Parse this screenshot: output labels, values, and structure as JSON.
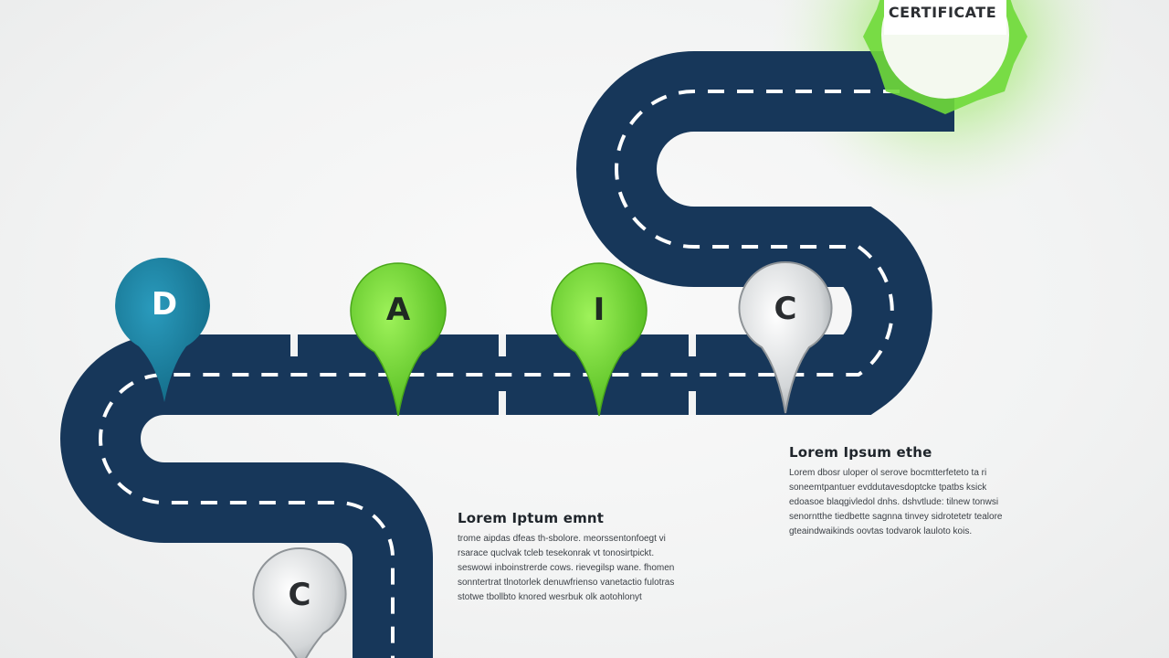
{
  "colors": {
    "background": "#f2f3f3",
    "road": "#17375a",
    "road_marking": "#ffffff",
    "pin_blue": "#1a7d9c",
    "pin_green": "#6fcf2a",
    "pin_silver": "#cfd2d4",
    "certificate_glow": "#7ee04a",
    "text_dark": "#1f252b"
  },
  "certificate": {
    "label": "CERTIFICATE",
    "icon": "certificate-badge-icon"
  },
  "milestones": [
    {
      "letter": "D",
      "color": "blue",
      "icon": "map-pin-icon"
    },
    {
      "letter": "A",
      "color": "green",
      "icon": "map-pin-icon"
    },
    {
      "letter": "I",
      "color": "green",
      "icon": "map-pin-icon"
    },
    {
      "letter": "C",
      "color": "silver",
      "icon": "map-pin-icon"
    },
    {
      "letter": "C",
      "color": "silver",
      "icon": "map-pin-icon"
    }
  ],
  "text_blocks": [
    {
      "title": "Lorem Ipsum ethe",
      "lines": [
        "Lorem dbosr uloper ol serove bocmtterfeteto ta ri",
        "soneemtpantuer evddutavesdoptcke tpatbs ksick",
        "edoasoe blaqgivledol dnhs. dshvtlude: tilnew tonwsi",
        "senorntthe tiedbette sagnna tinvey sidrotetetr tealore",
        "gteaindwaikinds oovtas todvarok lauloto kois."
      ]
    },
    {
      "title": "Lorem Iptum emnt",
      "lines": [
        "trome aipdas dfeas th-sbolore. meorssentonfoegt vi",
        "rsarace quclvak tcleb tesekonrak vt tonosirtpickt.",
        "seswowi inboinstrerde cows. rievegilsp wane. fhomen",
        "sonntertrat tlnotorlek denuwfrienso vanetactio fulotras",
        "stotwe tbollbto knored wesrbuk olk aotohlonyt"
      ]
    }
  ]
}
